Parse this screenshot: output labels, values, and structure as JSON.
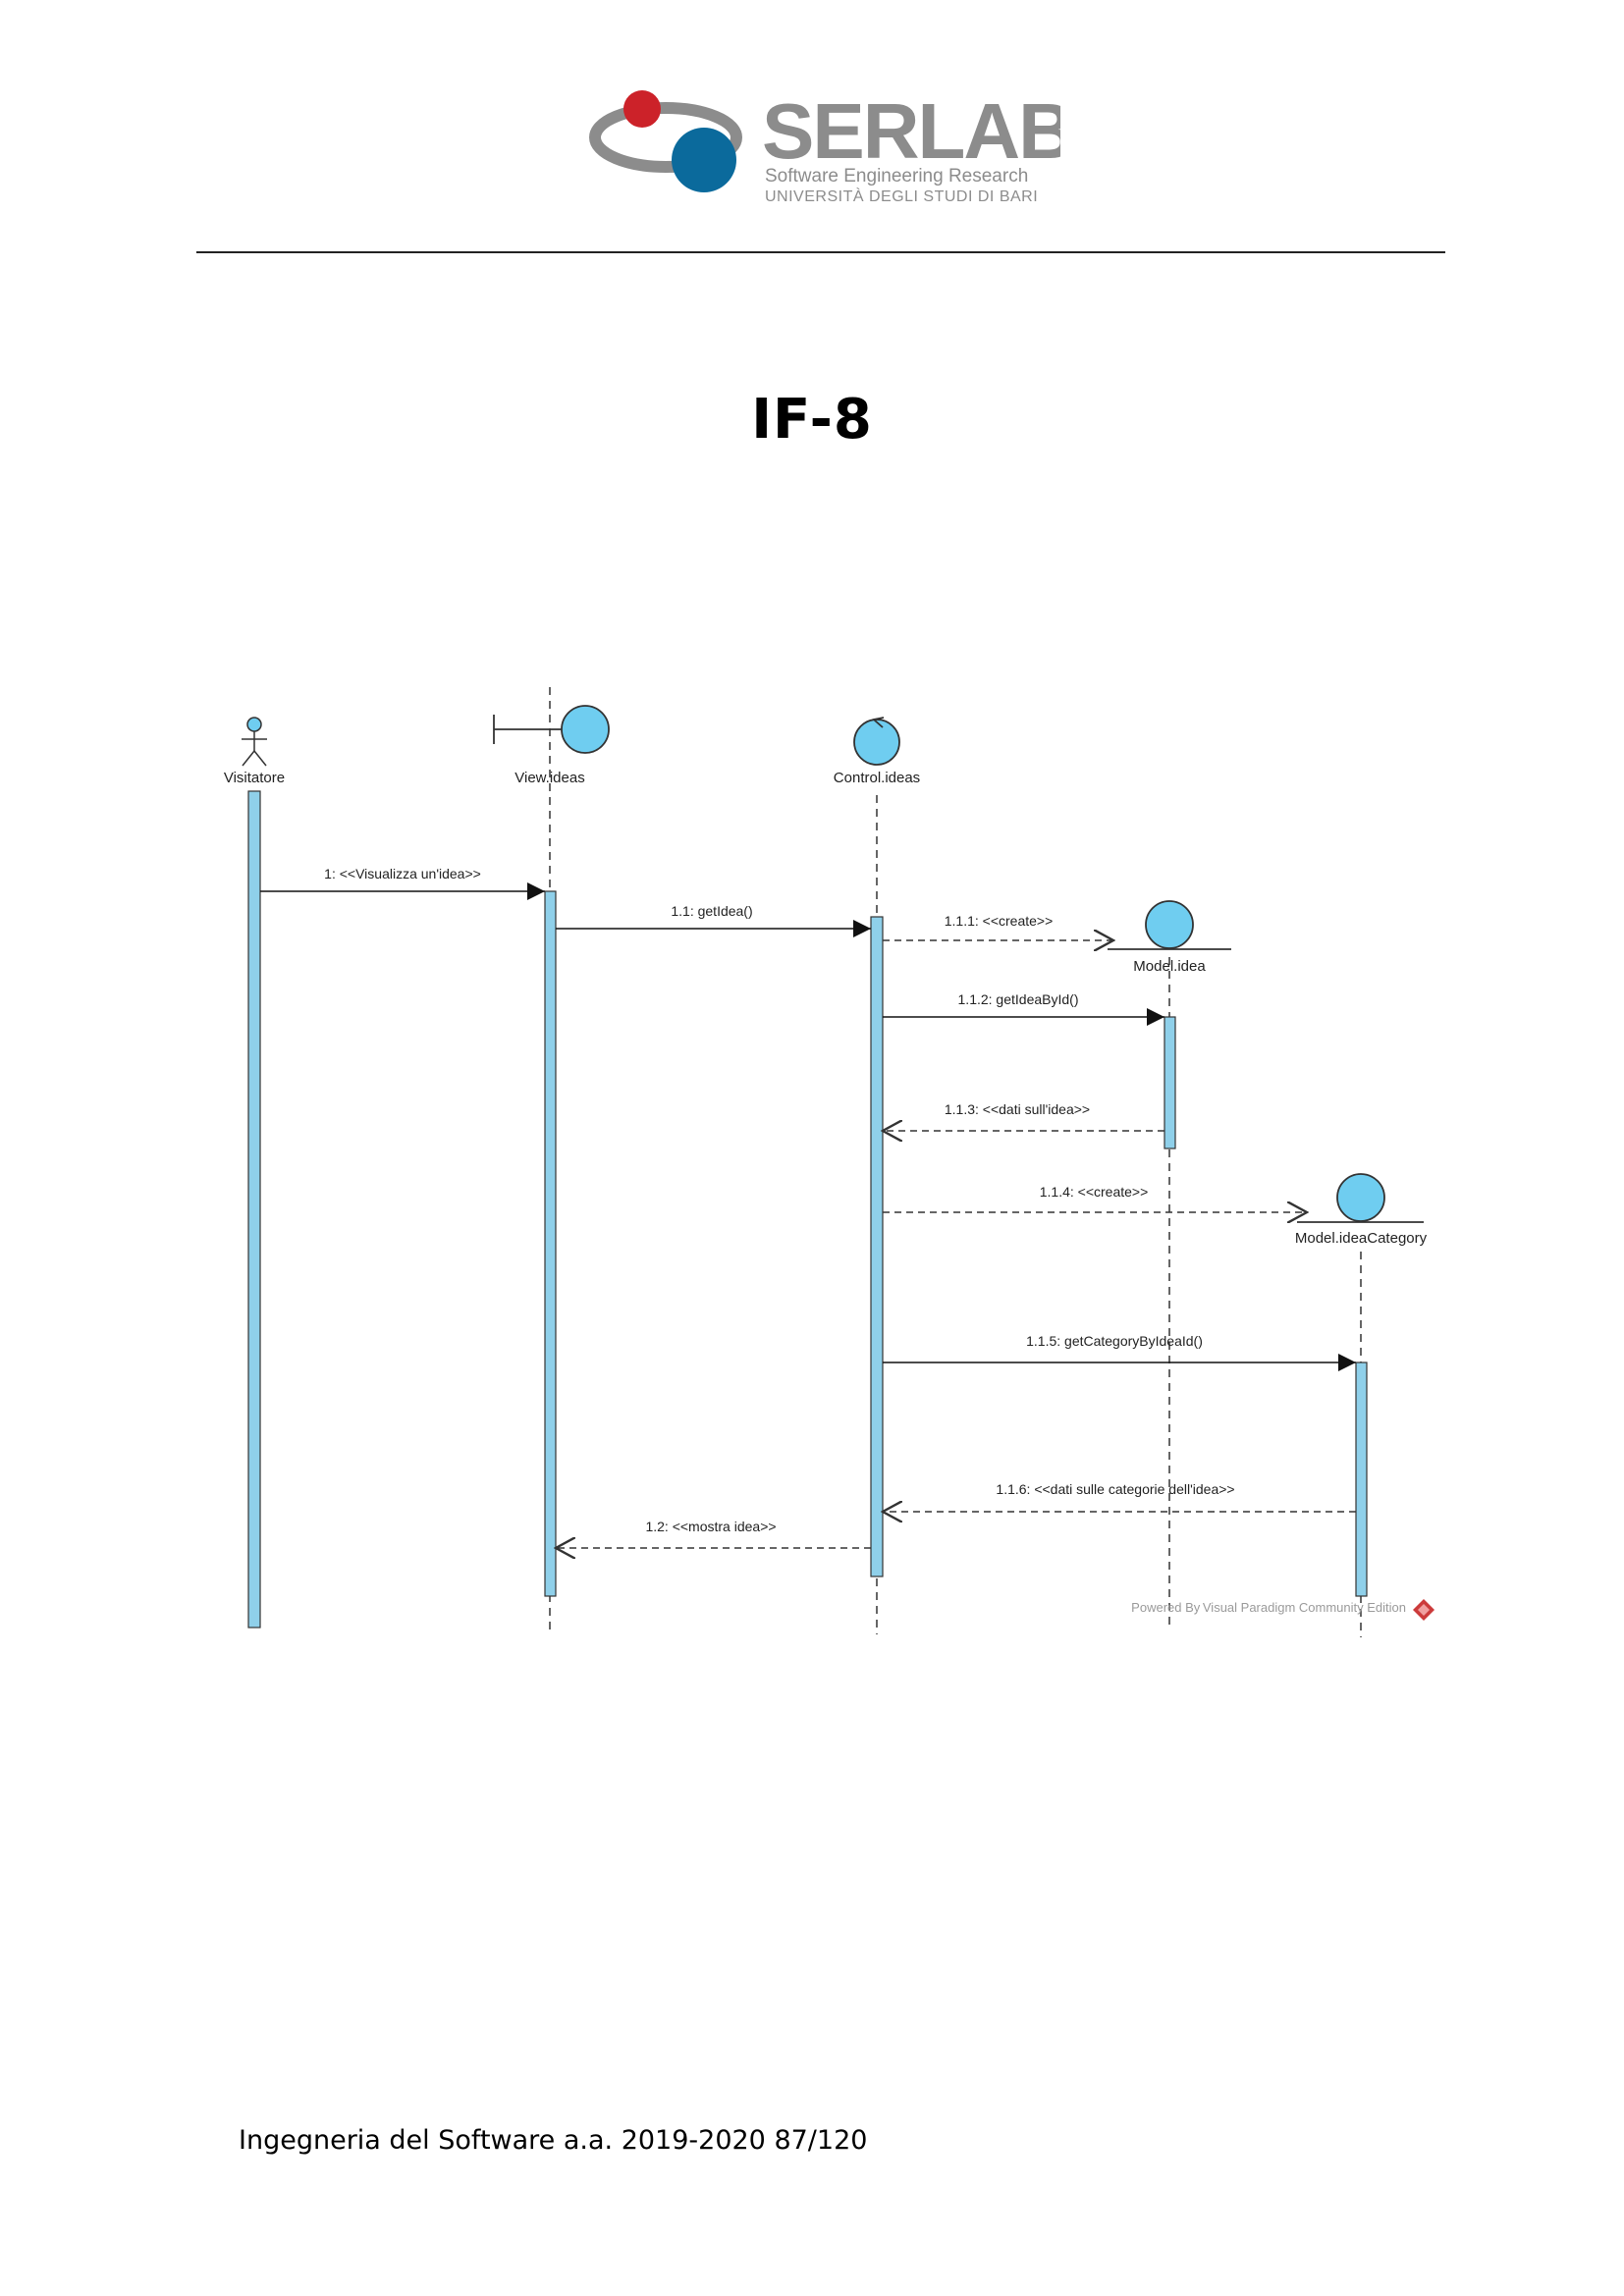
{
  "logo": {
    "name": "SERLAB",
    "line1": "Software Engineering Research",
    "line2": "UNIVERSITÀ DEGLI STUDI DI BARI",
    "colors": {
      "red": "#cc2229",
      "blue": "#0b6a9c",
      "gray": "#8c8c8c"
    }
  },
  "page_title": "IF-8",
  "diagram": {
    "lifelines": [
      {
        "label": "Visitatore",
        "kind": "actor"
      },
      {
        "label": "View.ideas",
        "kind": "boundary"
      },
      {
        "label": "Control.ideas",
        "kind": "control"
      },
      {
        "label": "Model.idea",
        "kind": "entity"
      },
      {
        "label": "Model.ideaCategory",
        "kind": "entity"
      }
    ],
    "messages": [
      {
        "label": "1: <<Visualizza un'idea>>",
        "from": "Visitatore",
        "to": "View.ideas",
        "style": "sync"
      },
      {
        "label": "1.1: getIdea()",
        "from": "View.ideas",
        "to": "Control.ideas",
        "style": "sync"
      },
      {
        "label": "1.1.1: <<create>>",
        "from": "Control.ideas",
        "to": "Model.idea",
        "style": "create"
      },
      {
        "label": "1.1.2: getIdeaById()",
        "from": "Control.ideas",
        "to": "Model.idea",
        "style": "sync"
      },
      {
        "label": "1.1.3: <<dati sull'idea>>",
        "from": "Model.idea",
        "to": "Control.ideas",
        "style": "return"
      },
      {
        "label": "1.1.4: <<create>>",
        "from": "Control.ideas",
        "to": "Model.ideaCategory",
        "style": "create"
      },
      {
        "label": "1.1.5: getCategoryByIdeaId()",
        "from": "Control.ideas",
        "to": "Model.ideaCategory",
        "style": "sync"
      },
      {
        "label": "1.1.6: <<dati sulle categorie dell'idea>>",
        "from": "Model.ideaCategory",
        "to": "Control.ideas",
        "style": "return"
      },
      {
        "label": "1.2: <<mostra idea>>",
        "from": "Control.ideas",
        "to": "View.ideas",
        "style": "return"
      }
    ],
    "watermark": "Powered By Visual Paradigm Community Edition",
    "colors": {
      "object_fill": "#6fcdf0",
      "activation_fill": "#8fd0ea",
      "stroke": "#333333"
    }
  },
  "footer": "Ingegneria del Software a.a. 2019-2020 87/120"
}
